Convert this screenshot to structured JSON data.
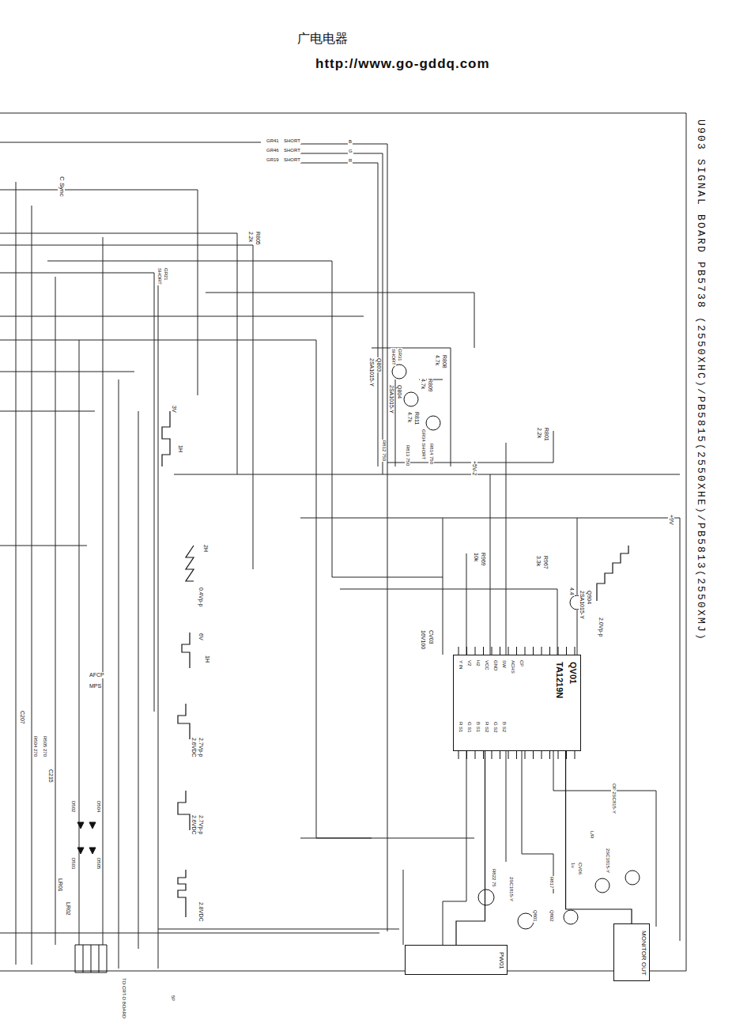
{
  "diagram": {
    "title": "U903 SIGNAL BOARD PB5738 (2550XHC)/PB5815(2550XHE)/PB5813(2550XMJ)",
    "nodes": [
      {
        "text": [
          "QV01",
          "TA1219N"
        ]
      },
      {
        "text": [
          "PW01"
        ]
      },
      {
        "text": [
          "MONITOR OUT"
        ]
      }
    ],
    "edges": [
      {
        "from": 0,
        "to": 1,
        "arrow": "none"
      },
      {
        "from": 0,
        "to": 2,
        "arrow": "none"
      }
    ],
    "labels": [
      "广电电器",
      "http://www.go-gddq.com",
      "C Sync",
      "GR41",
      "SHORT",
      "GR46",
      "SHORT",
      "GR19",
      "SHORT",
      "B",
      "G",
      "R",
      "R805",
      "2.2k",
      "GR21",
      "SHORT",
      "Q803",
      "2SA1015-Y",
      "GR31",
      "SHORT",
      "R808",
      "4.7k",
      "R809",
      "4.7k",
      "R811",
      "4.7k",
      "Q804",
      "2SA1015-Y",
      "R812 750",
      "R813 750",
      "R814 750",
      "GR34 SHORT",
      "+5V-2",
      "R801",
      "2.2k",
      "+9V",
      "R967",
      "3.3k",
      "R969",
      "10k",
      "Q904",
      "2SA1015-Y",
      "4.4",
      "2.0Vp-p",
      "CV03",
      "16V100",
      "Y IN",
      "V2",
      "H2",
      "VCC",
      "GND",
      "SW",
      "ACHS",
      "CP",
      "R S1",
      "G S1",
      "B S1",
      "R S2",
      "G S2",
      "B S2",
      "AFCP",
      "MPS",
      "C207",
      "R504 270",
      "R505 270",
      "C215",
      "LR01",
      "LR02",
      "TO CRT-D BOARD",
      "5P",
      "D502",
      "D503",
      "D504",
      "D505",
      "3V",
      "1H",
      "2H",
      "0.4Vp-p",
      "6V",
      "1H",
      "2.7Vp-p",
      "2.6VDC",
      "2.7Vp-p",
      "2.6VDC",
      "2.8VDC",
      "L/R",
      "2SC1815-Y",
      "OP 2SC815-Y",
      "R822 75",
      "2SC1815-Y",
      "CV06",
      "1u",
      "R817",
      "Q802",
      "Q801"
    ]
  }
}
